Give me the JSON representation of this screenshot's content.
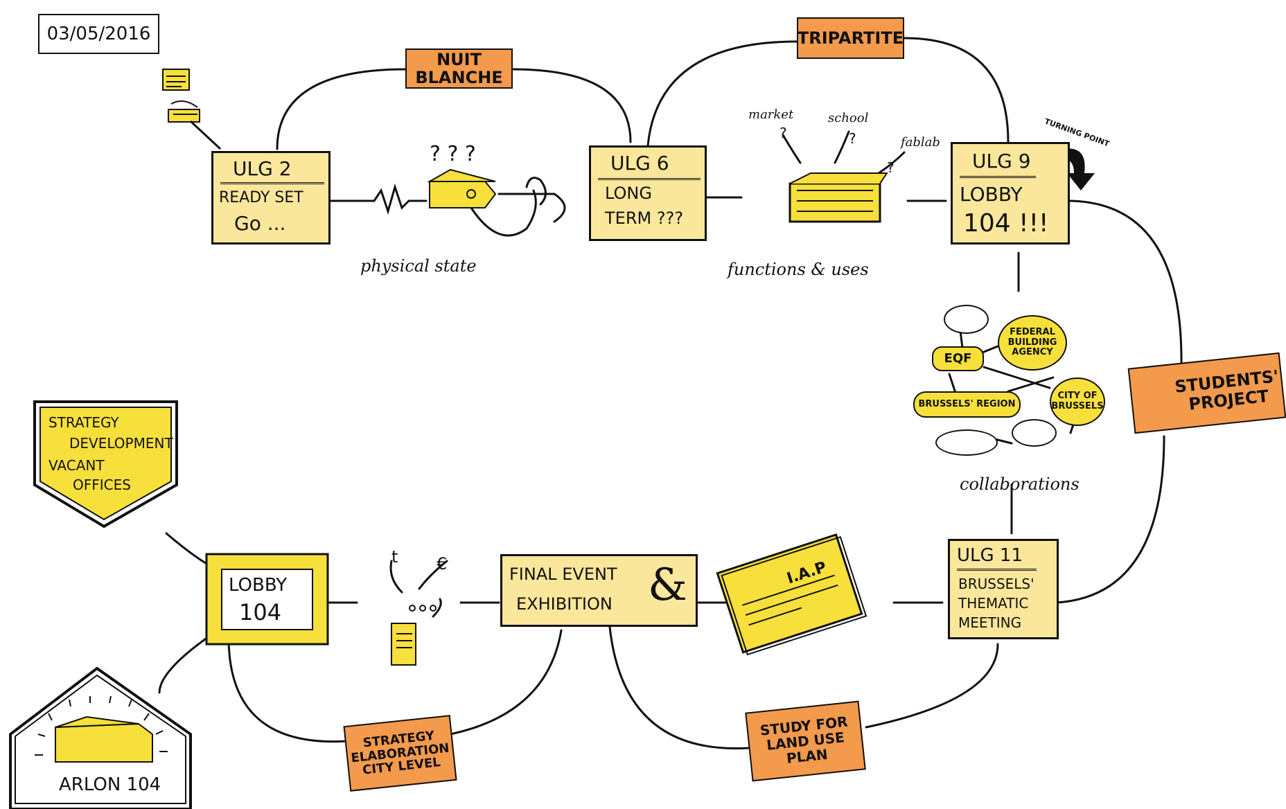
{
  "date": "03/05/2016",
  "flags": {
    "nuit_blanche": "NUIT BLANCHE",
    "tripartite": "TRIPARTITE",
    "students_project": "STUDENTS' PROJECT",
    "strategy_city": "STRATEGY ELABORATION CITY LEVEL",
    "land_use": "STUDY FOR LAND USE PLAN"
  },
  "meetings": {
    "ulg2": {
      "title": "ULG 2",
      "line1": "READY SET",
      "line2": "Go ..."
    },
    "ulg6": {
      "title": "ULG 6",
      "line1": "LONG",
      "line2": "TERM ???"
    },
    "ulg9": {
      "title": "ULG 9",
      "line1": "LOBBY",
      "line2": "104 !!!"
    },
    "ulg11": {
      "title": "ULG 11",
      "line1": "BRUSSELS'",
      "line2": "THEMATIC",
      "line3": "MEETING"
    }
  },
  "labels": {
    "physical_state": "physical state",
    "functions_uses": "functions & uses",
    "collaborations": "collaborations",
    "market": "market",
    "school": "school",
    "fablab": "fablab",
    "turning_point": "TURNING POINT",
    "question_marks": "? ? ?",
    "question_single": "?",
    "t": "t",
    "euro": "€"
  },
  "network": {
    "eqf": "EQF",
    "federal": "FEDERAL BUILDING AGENCY",
    "region": "BRUSSELS' REGION",
    "city": "CITY OF BRUSSELS"
  },
  "strategy_shield": {
    "line1": "STRATEGY",
    "line2": "DEVELOPMENT",
    "line3": "VACANT",
    "line4": "OFFICES"
  },
  "lobby104": {
    "line1": "LOBBY",
    "line2": "104"
  },
  "final_event": {
    "line1": "FINAL EVENT",
    "line2": "EXHIBITION",
    "amp": "&"
  },
  "iap": "I.A.P",
  "arlon": "ARLON 104",
  "colors": {
    "yellow_pale": "#fbe79b",
    "yellow": "#f7e03b",
    "orange": "#f39a4d",
    "ink": "#111111"
  }
}
